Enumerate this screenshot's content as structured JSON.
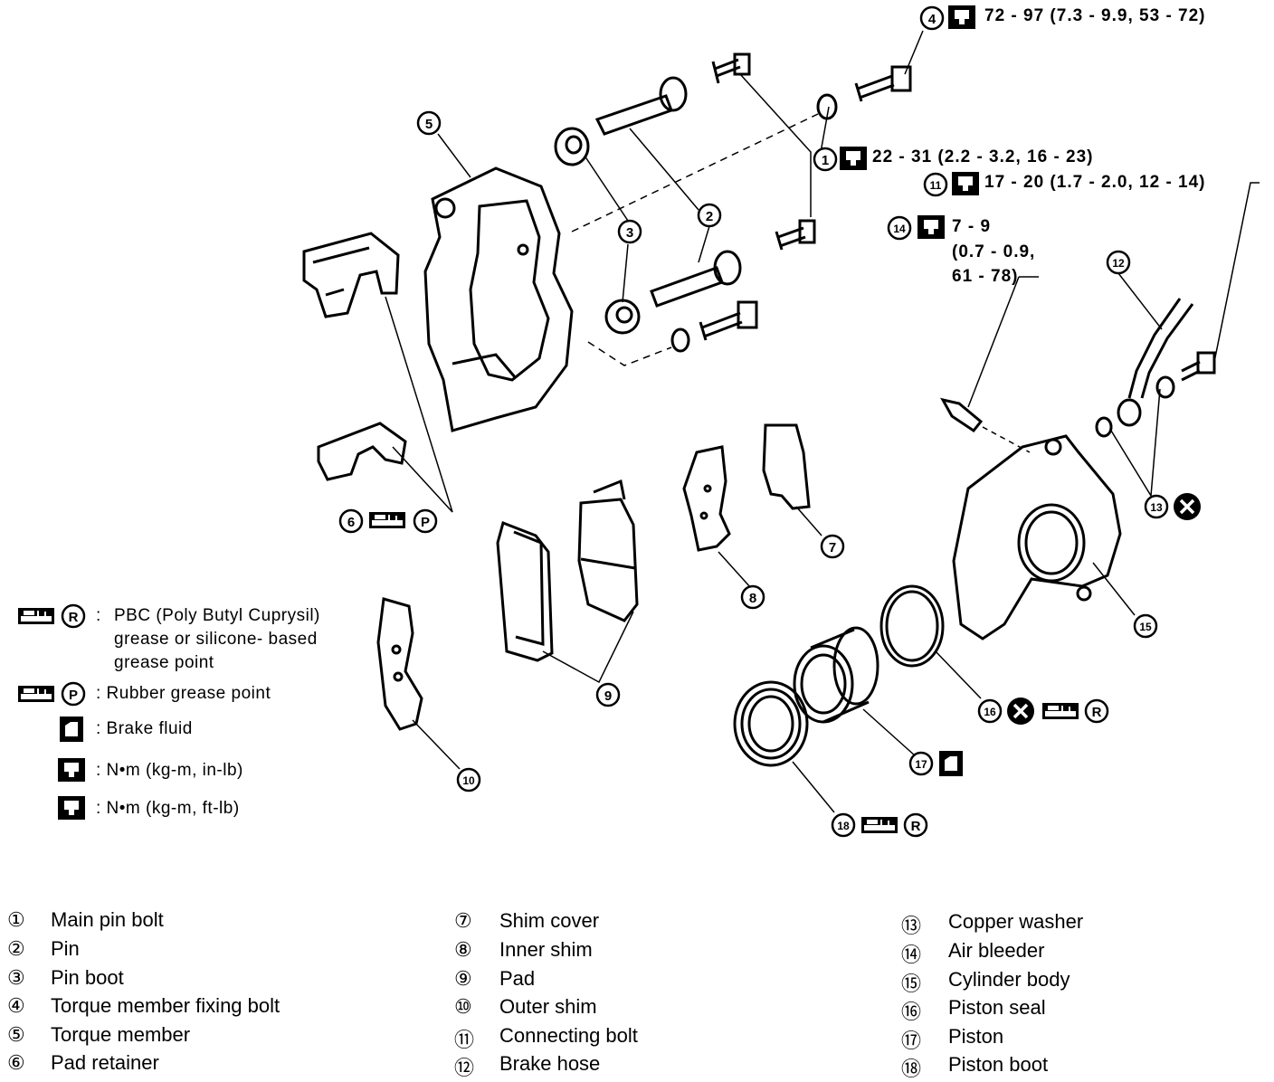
{
  "torque_specs": {
    "bolt4": "72 - 97 (7.3 - 9.9, 53 - 72)",
    "bolt1": "22 - 31 (2.2 - 3.2, 16 - 23)",
    "bolt11": "17 - 20 (1.7 - 2.0, 12 - 14)",
    "bleeder14_line1": "7 - 9",
    "bleeder14_line2": "(0.7 - 0.9,",
    "bleeder14_line3": "61 - 78)"
  },
  "callouts": {
    "c1": "1",
    "c2": "2",
    "c3": "3",
    "c4": "4",
    "c5": "5",
    "c6": "6",
    "c7": "7",
    "c8": "8",
    "c9": "9",
    "c10": "10",
    "c11": "11",
    "c12": "12",
    "c13": "13",
    "c14": "14",
    "c15": "15",
    "c16": "16",
    "c17": "17",
    "c18": "18"
  },
  "legend": {
    "r_colon": ":",
    "r_line1": "PBC (Poly Butyl Cuprysil)",
    "r_line2": "grease or silicone- based",
    "r_line3": "grease point",
    "p_text": ": Rubber grease point",
    "fluid_text": ": Brake fluid",
    "nm_inlb": ": N•m (kg-m, in-lb)",
    "nm_ftlb": ": N•m (kg-m, ft-lb)",
    "r_letter": "R",
    "p_letter": "P"
  },
  "parts_list": [
    {
      "num": "①",
      "name": "Main pin bolt"
    },
    {
      "num": "②",
      "name": "Pin"
    },
    {
      "num": "③",
      "name": "Pin boot"
    },
    {
      "num": "④",
      "name": "Torque member fixing bolt"
    },
    {
      "num": "⑤",
      "name": "Torque member"
    },
    {
      "num": "⑥",
      "name": "Pad retainer"
    },
    {
      "num": "⑦",
      "name": "Shim cover"
    },
    {
      "num": "⑧",
      "name": "Inner shim"
    },
    {
      "num": "⑨",
      "name": "Pad"
    },
    {
      "num": "⑩",
      "name": "Outer shim"
    },
    {
      "num": "⑪",
      "name": "Connecting bolt"
    },
    {
      "num": "⑫",
      "name": "Brake hose"
    },
    {
      "num": "⑬",
      "name": "Copper washer"
    },
    {
      "num": "⑭",
      "name": "Air bleeder"
    },
    {
      "num": "⑮",
      "name": "Cylinder body"
    },
    {
      "num": "⑯",
      "name": "Piston seal"
    },
    {
      "num": "⑰",
      "name": "Piston"
    },
    {
      "num": "⑱",
      "name": "Piston boot"
    }
  ]
}
